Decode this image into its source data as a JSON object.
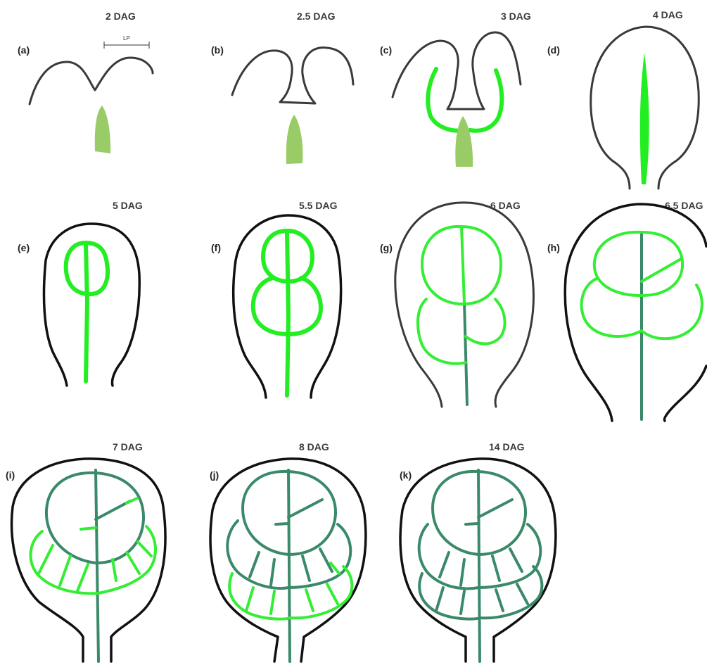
{
  "figure": {
    "panels": [
      {
        "letter": "(a)",
        "stage": "2 DAG"
      },
      {
        "letter": "(b)",
        "stage": "2.5 DAG"
      },
      {
        "letter": "(c)",
        "stage": "3 DAG"
      },
      {
        "letter": "(d)",
        "stage": "4 DAG"
      },
      {
        "letter": "(e)",
        "stage": "5 DAG"
      },
      {
        "letter": "(f)",
        "stage": "5.5 DAG"
      },
      {
        "letter": "(g)",
        "stage": "6 DAG"
      },
      {
        "letter": "(h)",
        "stage": "6.5 DAG"
      },
      {
        "letter": "(i)",
        "stage": "7 DAG"
      },
      {
        "letter": "(j)",
        "stage": "8 DAG"
      },
      {
        "letter": "(k)",
        "stage": "14 DAG"
      }
    ],
    "scale_label": "LP"
  },
  "colors": {
    "outline": "#3a3a3a",
    "outline_dark": "#111111",
    "new_vein": "#22ee22",
    "mature_vein": "#3a8a6a",
    "provascular": "#99cc66"
  }
}
